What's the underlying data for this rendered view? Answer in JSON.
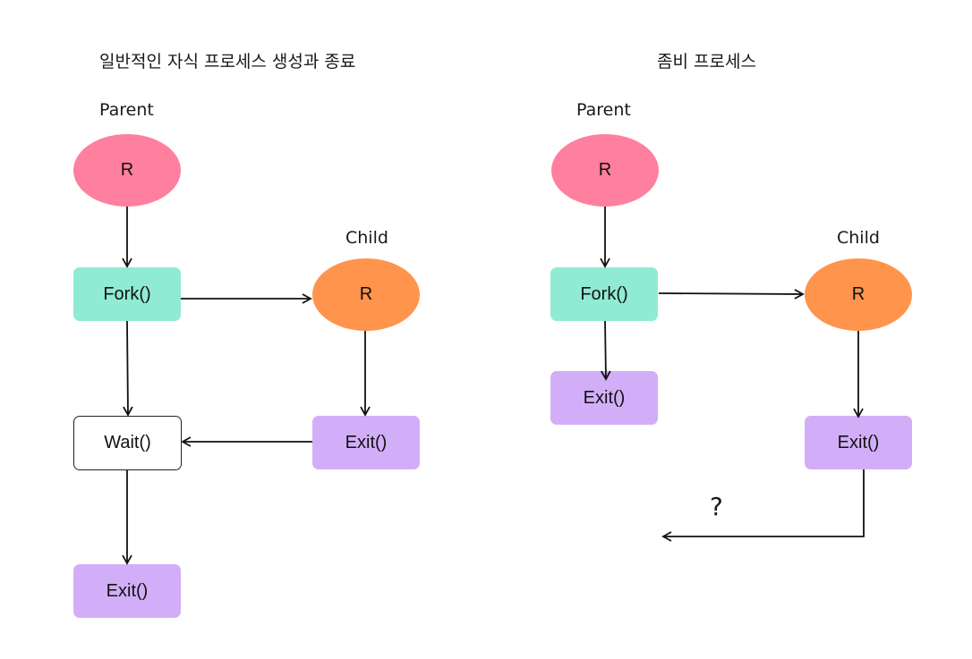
{
  "left_diagram": {
    "title": "일반적인 자식 프로세스 생성과 종료",
    "parent_label": "Parent",
    "child_label": "Child",
    "nodes": {
      "parent_r": "R",
      "fork": "Fork()",
      "wait": "Wait()",
      "parent_exit": "Exit()",
      "child_r": "R",
      "child_exit": "Exit()"
    }
  },
  "right_diagram": {
    "title": "좀비 프로세스",
    "parent_label": "Parent",
    "child_label": "Child",
    "unknown_mark": "?",
    "nodes": {
      "parent_r": "R",
      "fork": "Fork()",
      "parent_exit": "Exit()",
      "child_r": "R",
      "child_exit": "Exit()"
    }
  },
  "colors": {
    "running": "#ff7f9e",
    "child_running": "#ff944d",
    "fork": "#90ebd3",
    "exit": "#d3aef8",
    "wait": "#ffffff",
    "edge": "#111111"
  }
}
